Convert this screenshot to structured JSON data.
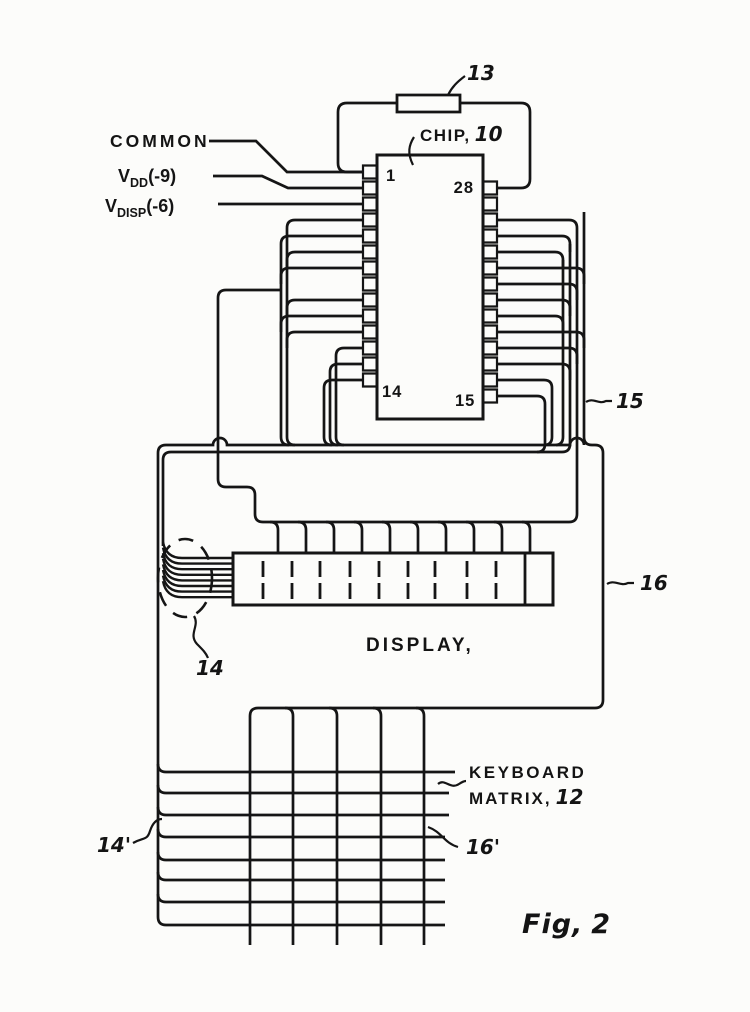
{
  "figure": {
    "caption_label": "Fig,",
    "caption_number": "2"
  },
  "crystal": {
    "ref": "13"
  },
  "chip": {
    "label": "CHIP,",
    "ref": "10",
    "pins_per_side": 14,
    "pin_numbers": {
      "top_left": "1",
      "top_right": "28",
      "bottom_left": "14",
      "bottom_right": "15"
    }
  },
  "power_labels": {
    "common": "COMMON",
    "vdd_base": "V",
    "vdd_sub": "DD",
    "vdd_val": "(-9)",
    "vdisp_base": "V",
    "vdisp_sub": "DISP",
    "vdisp_val": "(-6)"
  },
  "display": {
    "label": "DISPLAY,",
    "cable_ref": "14",
    "segment_dividers": 9,
    "top_leads": 10,
    "left_leads": 8
  },
  "bus": {
    "ref_right": "15",
    "ref_outer": "16"
  },
  "keyboard": {
    "label_line1": "KEYBOARD",
    "label_line2": "MATRIX,",
    "ref": "12",
    "rows_ref": "14'",
    "cols_ref": "16'",
    "row_count": 8,
    "col_count": 5
  },
  "colors": {
    "ink": "#151515",
    "paper": "#fcfcfa"
  }
}
